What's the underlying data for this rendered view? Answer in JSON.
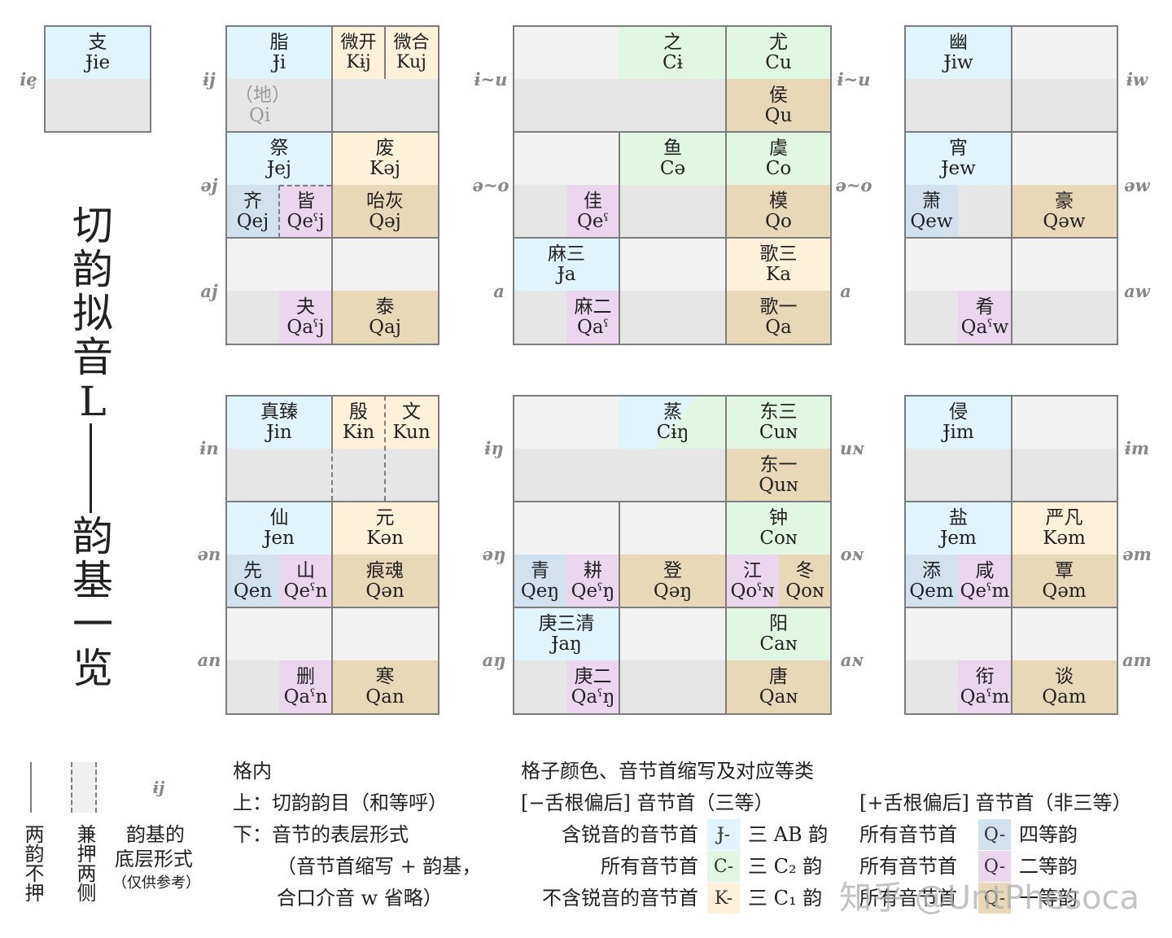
{
  "title": [
    "切",
    "韵",
    "拟",
    "音",
    "L",
    "韵",
    "基",
    "一",
    "览"
  ],
  "colors": {
    "J": "#dff5fb",
    "C": "#e0f8e3",
    "K": "#fdf2d9",
    "G": "#e6e6e6",
    "Q4": "#d2e1ee",
    "Q2": "#ead7ee",
    "Q1": "#e9d8b8"
  },
  "row_labels": {
    "ie": "iȩ",
    "ij": "ɨj",
    "ej": "əj",
    "aj": "aj",
    "iu_l": "ɨ~u",
    "oo_l": "ə~o",
    "a_l": "a",
    "iu_r": "ɨ~u",
    "oo_r": "ə~o",
    "a_r": "a",
    "iw": "ɨw",
    "ew": "əw",
    "aw": "aw",
    "in": "ɨn",
    "en": "ən",
    "an": "an",
    "ing": "ɨŋ",
    "eng": "əŋ",
    "ang": "aŋ",
    "un": "uɴ",
    "on": "oɴ",
    "aN": "aɴ",
    "im": "ɨm",
    "em": "əm",
    "am": "am"
  },
  "cells": {
    "zhi": {
      "name": "支",
      "form": "Ɉie"
    },
    "zhi2": {
      "name": "脂",
      "form": "Ɉi"
    },
    "di": {
      "name": "（地）",
      "form": "Qi"
    },
    "weik": {
      "name": "微开",
      "form": "Kɨj"
    },
    "weih": {
      "name": "微合",
      "form": "Kuj"
    },
    "ji": {
      "name": "祭",
      "form": "Ɉej"
    },
    "qi": {
      "name": "齐",
      "form": "Qej"
    },
    "jie": {
      "name": "皆",
      "form": "Qeˤj"
    },
    "fei": {
      "name": "废",
      "form": "Kəj"
    },
    "haihui": {
      "name": "咍灰",
      "form": "Qəj"
    },
    "guai": {
      "name": "夬",
      "form": "Qaˤj"
    },
    "tai": {
      "name": "泰",
      "form": "Qaj"
    },
    "zhi3": {
      "name": "之",
      "form": "Cɨ"
    },
    "you": {
      "name": "尤",
      "form": "Cu"
    },
    "hou": {
      "name": "侯",
      "form": "Qu"
    },
    "yu": {
      "name": "鱼",
      "form": "Cə"
    },
    "yu2": {
      "name": "虞",
      "form": "Co"
    },
    "jia": {
      "name": "佳",
      "form": "Qeˤ"
    },
    "mo": {
      "name": "模",
      "form": "Qo"
    },
    "ma3": {
      "name": "麻三",
      "form": "Ɉa"
    },
    "ge3": {
      "name": "歌三",
      "form": "Ka"
    },
    "ma2": {
      "name": "麻二",
      "form": "Qaˤ"
    },
    "ge1": {
      "name": "歌一",
      "form": "Qa"
    },
    "you2": {
      "name": "幽",
      "form": "Ɉiw"
    },
    "xiao": {
      "name": "宵",
      "form": "Ɉew"
    },
    "xiao2": {
      "name": "萧",
      "form": "Qew"
    },
    "hao": {
      "name": "豪",
      "form": "Qəw"
    },
    "yao": {
      "name": "肴",
      "form": "Qaˤw"
    },
    "zhen": {
      "name": "真臻",
      "form": "Ɉin"
    },
    "yin": {
      "name": "殷",
      "form": "Kɨn"
    },
    "wen": {
      "name": "文",
      "form": "Kun"
    },
    "xian": {
      "name": "仙",
      "form": "Ɉen"
    },
    "yuan": {
      "name": "元",
      "form": "Kən"
    },
    "xian2": {
      "name": "先",
      "form": "Qen"
    },
    "shan": {
      "name": "山",
      "form": "Qeˤn"
    },
    "henhun": {
      "name": "痕魂",
      "form": "Qən"
    },
    "shan2": {
      "name": "删",
      "form": "Qaˤn"
    },
    "han": {
      "name": "寒",
      "form": "Qan"
    },
    "zheng": {
      "name": "蒸",
      "form": "Cɨŋ"
    },
    "dong3": {
      "name": "东三",
      "form": "Cuɴ"
    },
    "dong1": {
      "name": "东一",
      "form": "Quɴ"
    },
    "qing": {
      "name": "青",
      "form": "Qeŋ"
    },
    "geng": {
      "name": "耕",
      "form": "Qeˤŋ"
    },
    "deng": {
      "name": "登",
      "form": "Qəŋ"
    },
    "zhong": {
      "name": "钟",
      "form": "Coɴ"
    },
    "jiang": {
      "name": "江",
      "form": "Qoˤɴ"
    },
    "dong": {
      "name": "冬",
      "form": "Qoɴ"
    },
    "geng3": {
      "name": "庚三清",
      "form": "Ɉaŋ"
    },
    "yang": {
      "name": "阳",
      "form": "Caɴ"
    },
    "geng2": {
      "name": "庚二",
      "form": "Qaˤŋ"
    },
    "tang": {
      "name": "唐",
      "form": "Qaɴ"
    },
    "qin": {
      "name": "侵",
      "form": "Ɉim"
    },
    "yan": {
      "name": "盐",
      "form": "Ɉem"
    },
    "yanfan": {
      "name": "严凡",
      "form": "Kəm"
    },
    "tian": {
      "name": "添",
      "form": "Qem"
    },
    "xian3": {
      "name": "咸",
      "form": "Qeˤm"
    },
    "tan": {
      "name": "覃",
      "form": "Qəm"
    },
    "xian4": {
      "name": "衔",
      "form": "Qaˤm"
    },
    "tan2": {
      "name": "谈",
      "form": "Qam"
    }
  },
  "legend": {
    "left": {
      "col1": "两韵不押",
      "col2": "兼押两侧",
      "col3_sym": "ɨj",
      "col3_l1": "韵基的",
      "col3_l2": "底层形式",
      "col3_l3": "（仅供参考）"
    },
    "mid": {
      "h": "格内",
      "l1": "上：切韵韵目（和等呼）",
      "l2": "下：音节的表层形式",
      "l3": "（音节首缩写 + 韵基，",
      "l4": "合口介音 w 省略）"
    },
    "right": {
      "h": "格子颜色、音节首缩写及对应等类",
      "sub_left": "[−舌根偏后] 音节首（三等）",
      "sub_right": "[+舌根偏后] 音节首（非三等）",
      "rows": [
        {
          "desc": "含锐音的音节首",
          "sym": "Ɉ-",
          "cls": "三 AB 韵",
          "desc2": "所有音节首",
          "sym2": "Q-",
          "cls2": "四等韵"
        },
        {
          "desc": "所有音节首",
          "sym": "C-",
          "cls": "三 C₂ 韵",
          "desc2": "所有音节首",
          "sym2": "Q-",
          "cls2": "二等韵"
        },
        {
          "desc": "不含锐音的音节首",
          "sym": "K-",
          "cls": "三 C₁ 韵",
          "desc2": "所有音节首",
          "sym2": "Q-",
          "cls2": "一等韵"
        }
      ]
    }
  },
  "watermark": "知乎 @UntPhesoca"
}
